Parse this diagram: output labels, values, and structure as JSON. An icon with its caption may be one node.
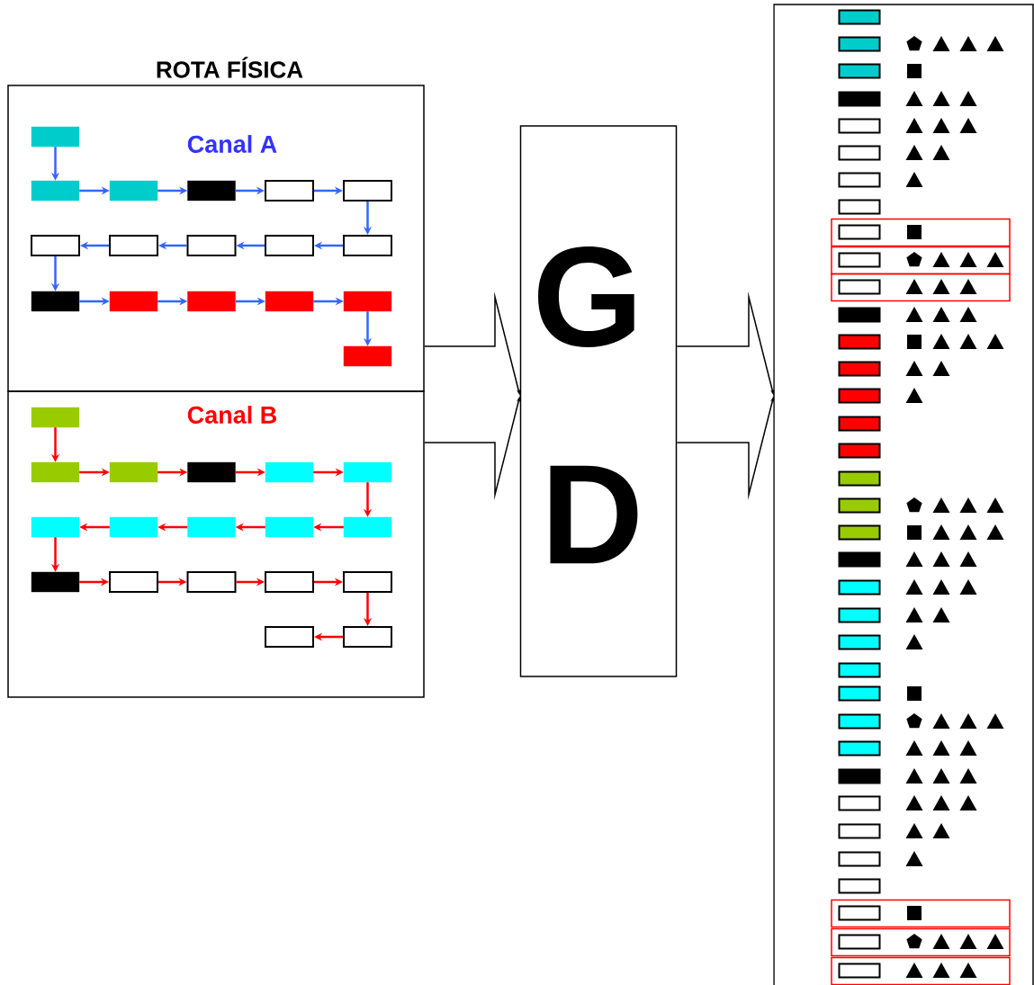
{
  "diagram": {
    "title": "ROTA FÍSICA",
    "nodes": [
      {
        "text": [
          "Canal A"
        ]
      },
      {
        "text": [],
        "shape": "box",
        "in": 0
      },
      {
        "text": [],
        "shape": "box",
        "in": 0
      },
      {
        "text": [],
        "shape": "box",
        "in": 0
      },
      {
        "text": [],
        "shape": "box",
        "in": 0
      },
      {
        "text": [],
        "shape": "box",
        "in": 0
      },
      {
        "text": [],
        "shape": "box",
        "in": 0
      },
      {
        "text": [],
        "shape": "box",
        "in": 0
      },
      {
        "text": [],
        "shape": "box",
        "in": 0
      },
      {
        "text": [],
        "shape": "box",
        "in": 0
      },
      {
        "text": [],
        "shape": "box",
        "in": 0
      },
      {
        "text": [],
        "shape": "box",
        "in": 0
      },
      {
        "text": [],
        "shape": "box",
        "in": 0
      },
      {
        "text": [],
        "shape": "box",
        "in": 0
      },
      {
        "text": [],
        "shape": "box",
        "in": 0
      },
      {
        "text": [],
        "shape": "box",
        "in": 0
      },
      {
        "text": [],
        "shape": "box",
        "in": 0
      },
      {
        "text": [],
        "shape": "box",
        "in": 0
      },
      {
        "text": [
          "Canal B"
        ]
      },
      {
        "text": [],
        "shape": "box",
        "in": 18
      },
      {
        "text": [],
        "shape": "box",
        "in": 18
      },
      {
        "text": [],
        "shape": "box",
        "in": 18
      },
      {
        "text": [],
        "shape": "box",
        "in": 18
      },
      {
        "text": [],
        "shape": "box",
        "in": 18
      },
      {
        "text": [],
        "shape": "box",
        "in": 18
      },
      {
        "text": [],
        "shape": "box",
        "in": 18
      },
      {
        "text": [],
        "shape": "box",
        "in": 18
      },
      {
        "text": [],
        "shape": "box",
        "in": 18
      },
      {
        "text": [],
        "shape": "box",
        "in": 18
      },
      {
        "text": [],
        "shape": "box",
        "in": 18
      },
      {
        "text": [],
        "shape": "box",
        "in": 18
      },
      {
        "text": [],
        "shape": "box",
        "in": 18
      },
      {
        "text": [],
        "shape": "box",
        "in": 18
      },
      {
        "text": [],
        "shape": "box",
        "in": 18
      },
      {
        "text": [],
        "shape": "box",
        "in": 18
      },
      {
        "text": [],
        "shape": "box",
        "in": 18
      },
      {
        "text": [],
        "shape": "box",
        "in": 18
      },
      {
        "text": [
          "G",
          "D"
        ]
      },
      {
        "text": [],
        "shape": "box"
      },
      {
        "text": [],
        "shape": "box",
        "in": 38
      },
      {
        "text": [],
        "shape": "box",
        "in": 38
      },
      {
        "text": [],
        "shape": "box",
        "in": 38
      },
      {
        "text": [],
        "shape": "box",
        "in": 38
      },
      {
        "text": [],
        "shape": "box",
        "in": 38
      },
      {
        "text": [],
        "shape": "box",
        "in": 38
      },
      {
        "text": [],
        "shape": "box",
        "in": 38
      },
      {
        "text": [],
        "shape": "box",
        "in": 38
      },
      {
        "text": [],
        "shape": "box",
        "in": 38
      },
      {
        "text": [],
        "shape": "box",
        "in": 38
      },
      {
        "text": [],
        "shape": "box",
        "in": 38
      },
      {
        "text": [],
        "shape": "box",
        "in": 38
      },
      {
        "text": [],
        "shape": "box",
        "in": 38
      },
      {
        "text": [],
        "shape": "box",
        "in": 38
      },
      {
        "text": [],
        "shape": "box",
        "in": 38
      },
      {
        "text": [],
        "shape": "box",
        "in": 38
      },
      {
        "text": [],
        "shape": "box",
        "in": 38
      },
      {
        "text": [],
        "shape": "box",
        "in": 38
      },
      {
        "text": [],
        "shape": "box",
        "in": 38
      },
      {
        "text": [],
        "shape": "box",
        "in": 38
      },
      {
        "text": [],
        "shape": "box",
        "in": 38
      },
      {
        "text": [],
        "shape": "box",
        "in": 38
      },
      {
        "text": [],
        "shape": "box",
        "in": 38
      },
      {
        "text": [],
        "shape": "box",
        "in": 38
      },
      {
        "text": [],
        "shape": "box",
        "in": 38
      },
      {
        "text": [],
        "shape": "box",
        "in": 38
      },
      {
        "text": [],
        "shape": "box",
        "in": 38
      },
      {
        "text": [],
        "shape": "box",
        "in": 38
      },
      {
        "text": [],
        "shape": "box",
        "in": 38
      },
      {
        "text": [],
        "shape": "box",
        "in": 38
      },
      {
        "text": [],
        "shape": "box",
        "in": 38
      },
      {
        "text": [],
        "shape": "box",
        "in": 38
      },
      {
        "text": [],
        "shape": "box",
        "in": 38
      },
      {
        "text": [],
        "shape": "box",
        "in": 38
      },
      {
        "text": [],
        "shape": "box",
        "in": 38
      },
      {
        "text": [],
        "shape": "box",
        "in": 38
      }
    ],
    "edges": [
      {
        "from": 1,
        "to": 2,
        "arrow": "to",
        "color": "#3366ff"
      },
      {
        "from": 2,
        "to": 3,
        "arrow": "to",
        "color": "#3366ff"
      },
      {
        "from": 3,
        "to": 4,
        "arrow": "to",
        "color": "#3366ff"
      },
      {
        "from": 4,
        "to": 5,
        "arrow": "to",
        "color": "#3366ff"
      },
      {
        "from": 5,
        "to": 6,
        "arrow": "to",
        "color": "#3366ff"
      },
      {
        "from": 6,
        "to": 11,
        "arrow": "to",
        "color": "#3366ff"
      },
      {
        "from": 11,
        "to": 10,
        "arrow": "to",
        "color": "#3366ff"
      },
      {
        "from": 10,
        "to": 9,
        "arrow": "to",
        "color": "#3366ff"
      },
      {
        "from": 9,
        "to": 8,
        "arrow": "to",
        "color": "#3366ff"
      },
      {
        "from": 8,
        "to": 7,
        "arrow": "to",
        "color": "#3366ff"
      },
      {
        "from": 7,
        "to": 12,
        "arrow": "to",
        "color": "#3366ff"
      },
      {
        "from": 12,
        "to": 13,
        "arrow": "to",
        "color": "#3366ff"
      },
      {
        "from": 13,
        "to": 14,
        "arrow": "to",
        "color": "#3366ff"
      },
      {
        "from": 14,
        "to": 15,
        "arrow": "to",
        "color": "#3366ff"
      },
      {
        "from": 15,
        "to": 16,
        "arrow": "to",
        "color": "#3366ff"
      },
      {
        "from": 16,
        "to": 17,
        "arrow": "to",
        "color": "#3366ff"
      },
      {
        "from": 19,
        "to": 20,
        "arrow": "to",
        "color": "#ff0000"
      },
      {
        "from": 20,
        "to": 21,
        "arrow": "to",
        "color": "#ff0000"
      },
      {
        "from": 21,
        "to": 22,
        "arrow": "to",
        "color": "#ff0000"
      },
      {
        "from": 22,
        "to": 23,
        "arrow": "to",
        "color": "#ff0000"
      },
      {
        "from": 23,
        "to": 24,
        "arrow": "to",
        "color": "#ff0000"
      },
      {
        "from": 24,
        "to": 29,
        "arrow": "to",
        "color": "#ff0000"
      },
      {
        "from": 29,
        "to": 28,
        "arrow": "to",
        "color": "#ff0000"
      },
      {
        "from": 28,
        "to": 27,
        "arrow": "to",
        "color": "#ff0000"
      },
      {
        "from": 27,
        "to": 26,
        "arrow": "to",
        "color": "#ff0000"
      },
      {
        "from": 26,
        "to": 25,
        "arrow": "to",
        "color": "#ff0000"
      },
      {
        "from": 25,
        "to": 30,
        "arrow": "to",
        "color": "#ff0000"
      },
      {
        "from": 30,
        "to": 31,
        "arrow": "to",
        "color": "#ff0000"
      },
      {
        "from": 31,
        "to": 32,
        "arrow": "to",
        "color": "#ff0000"
      },
      {
        "from": 32,
        "to": 33,
        "arrow": "to",
        "color": "#ff0000"
      },
      {
        "from": 33,
        "to": 34,
        "arrow": "to",
        "color": "#ff0000"
      },
      {
        "from": 34,
        "to": 36,
        "arrow": "to",
        "color": "#ff0000"
      },
      {
        "from": 36,
        "to": 35,
        "arrow": "to",
        "color": "#ff0000"
      },
      {
        "from": 0,
        "to": 37,
        "arrow": "to",
        "color": "#000000"
      },
      {
        "from": 18,
        "to": 37,
        "arrow": "to",
        "color": "#000000"
      },
      {
        "from": 37,
        "to": 38,
        "arrow": "to",
        "color": "#000000"
      }
    ]
  }
}
